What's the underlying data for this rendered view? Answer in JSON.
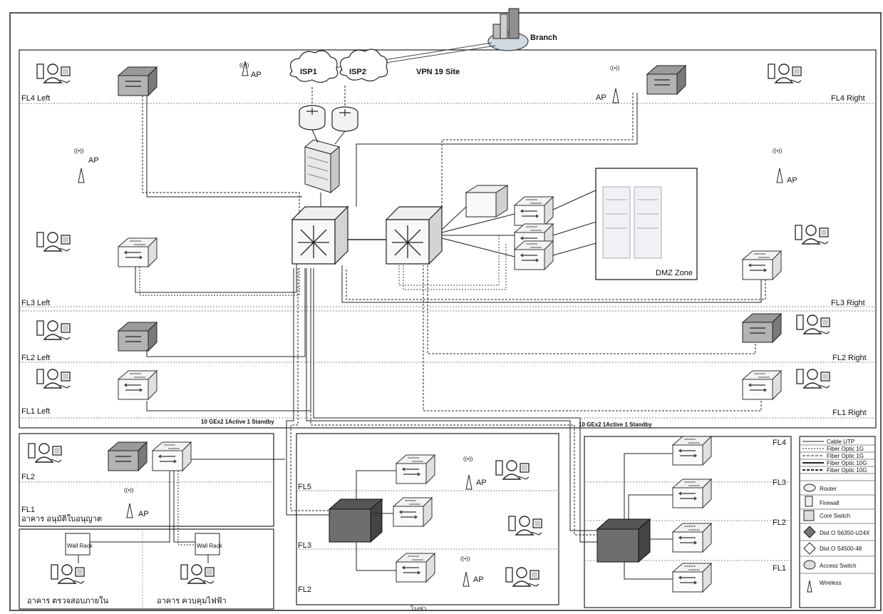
{
  "top": {
    "branch": "Branch",
    "vpn": "VPN  19 Site"
  },
  "isps": [
    "ISP1",
    "ISP2"
  ],
  "ap_label": "AP",
  "floors_main": {
    "fl4_left": "FL4 Left",
    "fl4_right": "FL4 Right",
    "fl3_left": "FL3 Left",
    "fl3_right": "FL3 Right",
    "fl2_left": "FL2 Left",
    "fl2_right": "FL2 Right",
    "fl1_left": "FL1 Left",
    "fl1_right": "FL1 Right"
  },
  "dmz": "DMZ Zone",
  "uplinks": {
    "left": "10 GEx2 1Active 1 Standby",
    "right": "10 GEx2 1Active 1 Standby"
  },
  "left_building": {
    "fl2": "FL2",
    "fl1": "FL1",
    "name": "อาคาร อนุมัติใบอนุญาต",
    "wall_rack": "Wall Rack",
    "bldg_a": "อาคาร ตรวจสอบภายใน",
    "bldg_b": "อาคาร ควบคุมไฟฟ้า"
  },
  "mid_building": {
    "fl5": "FL5",
    "fl3": "FL3",
    "fl2": "FL2",
    "bottom": "โรงซ่า"
  },
  "right_building": {
    "fl4": "FL4",
    "fl3": "FL3",
    "fl2": "FL2",
    "fl1": "FL1"
  },
  "legend": {
    "lines": [
      "Cable UTP",
      "Fiber Optic 1G",
      "Fiber Optic 1G",
      "Fiber Optic 10G",
      "Fiber Optic 10G"
    ],
    "items": [
      "Router",
      "Firewall",
      "Core Switch",
      "Dist O S6350-U24X",
      "Dist O S4500-48",
      "Access Switch",
      "Wireless"
    ]
  }
}
